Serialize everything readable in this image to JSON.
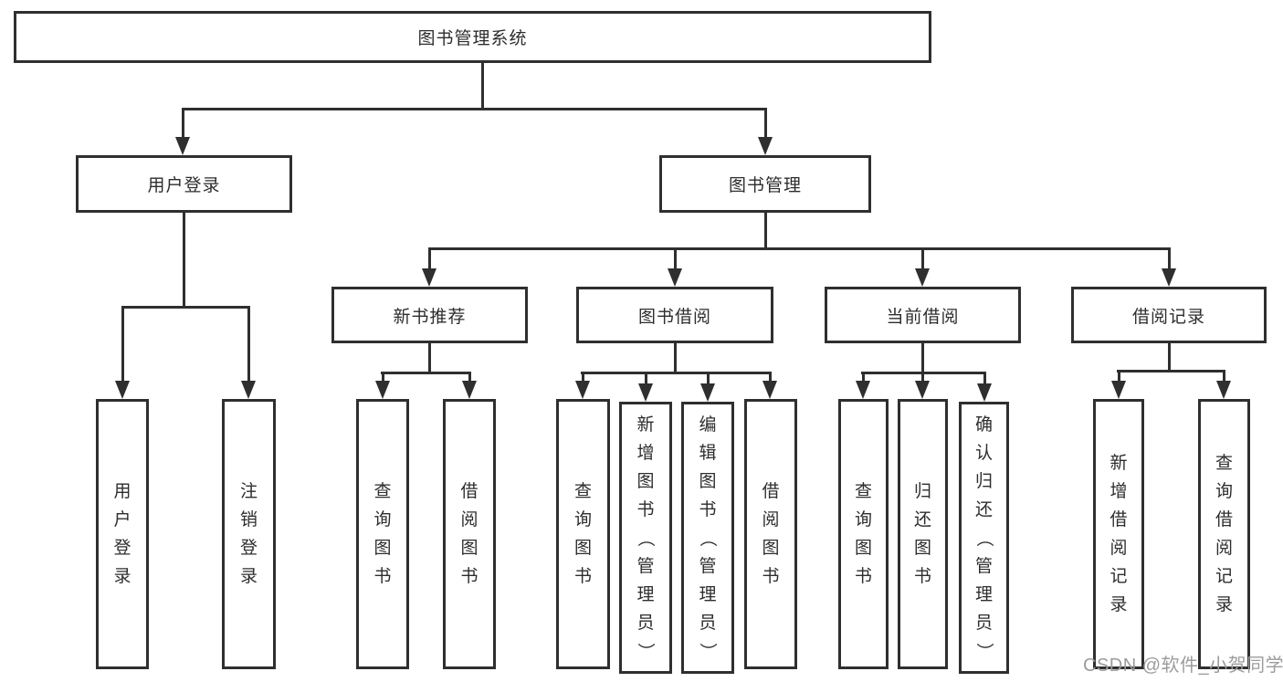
{
  "tree": {
    "root": "图书管理系统",
    "level2": {
      "login": "用户登录",
      "management": "图书管理"
    },
    "level3": {
      "recommend": "新书推荐",
      "borrow": "图书借阅",
      "current": "当前借阅",
      "records": "借阅记录"
    },
    "leaves": {
      "login": [
        "用户登录",
        "注销登录"
      ],
      "recommend": [
        "查询图书",
        "借阅图书"
      ],
      "borrow": [
        "查询图书",
        "新增图书（管理员）",
        "编辑图书（管理员）",
        "借阅图书"
      ],
      "current": [
        "查询图书",
        "归还图书",
        "确认归还（管理员）"
      ],
      "records": [
        "新增借阅记录",
        "查询借阅记录"
      ]
    }
  },
  "watermark": "CSDN @软件_小贺同学",
  "colors": {
    "line": "#2f2f2f",
    "text": "#2d2d2d",
    "watermark": "#9c9c9c",
    "background": "#ffffff"
  }
}
